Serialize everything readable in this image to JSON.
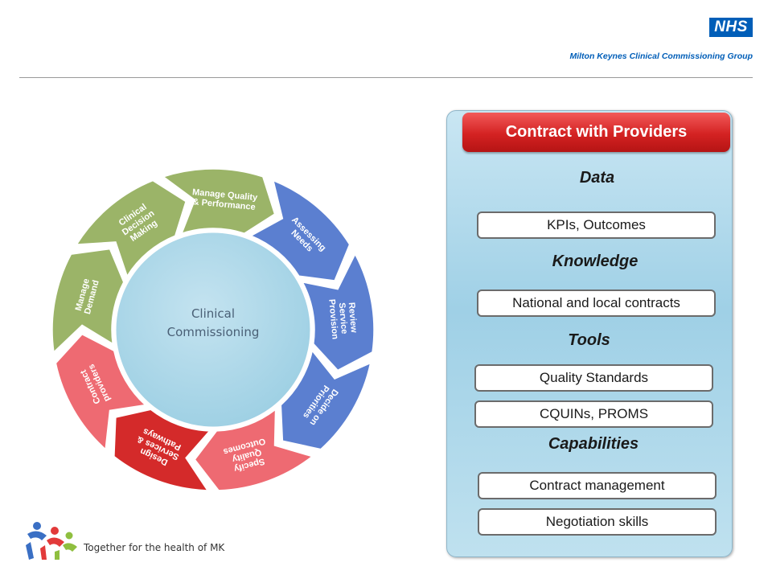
{
  "header": {
    "logo_text": "NHS",
    "org_name": "Milton Keynes Clinical Commissioning Group"
  },
  "cycle": {
    "center_label_line1": "Clinical",
    "center_label_line2": "Commissioning",
    "segments": [
      {
        "lines": [
          "Assessing",
          "Needs"
        ],
        "color": "#5b7fd0"
      },
      {
        "lines": [
          "Review",
          "Service",
          "Provision"
        ],
        "color": "#5b7fd0"
      },
      {
        "lines": [
          "Decide on",
          "Priorities"
        ],
        "color": "#5b7fd0"
      },
      {
        "lines": [
          "Specify",
          "Quality",
          "Outcomes"
        ],
        "color": "#ee6a72"
      },
      {
        "lines": [
          "Design",
          "Services &",
          "Pathways"
        ],
        "color": "#d42a2a"
      },
      {
        "lines": [
          "Contract",
          "providers"
        ],
        "color": "#ee6a72"
      },
      {
        "lines": [
          "Manage",
          "Demand"
        ],
        "color": "#9bb468"
      },
      {
        "lines": [
          "Clinical",
          "Decision",
          "Making"
        ],
        "color": "#9bb468"
      },
      {
        "lines": [
          "Manage Quality",
          "& Performance"
        ],
        "color": "#9bb468"
      }
    ]
  },
  "panel": {
    "title": "Contract with Providers",
    "sections": [
      {
        "heading": "Data",
        "items": [
          "KPIs, Outcomes"
        ]
      },
      {
        "heading": "Knowledge",
        "items": [
          "National and local contracts"
        ]
      },
      {
        "heading": "Tools",
        "items": [
          "Quality Standards",
          "CQUINs, PROMS"
        ]
      },
      {
        "heading": "Capabilities",
        "items": [
          "Contract management",
          "Negotiation skills"
        ]
      }
    ]
  },
  "footer": {
    "tagline": "Together for the health of MK"
  }
}
